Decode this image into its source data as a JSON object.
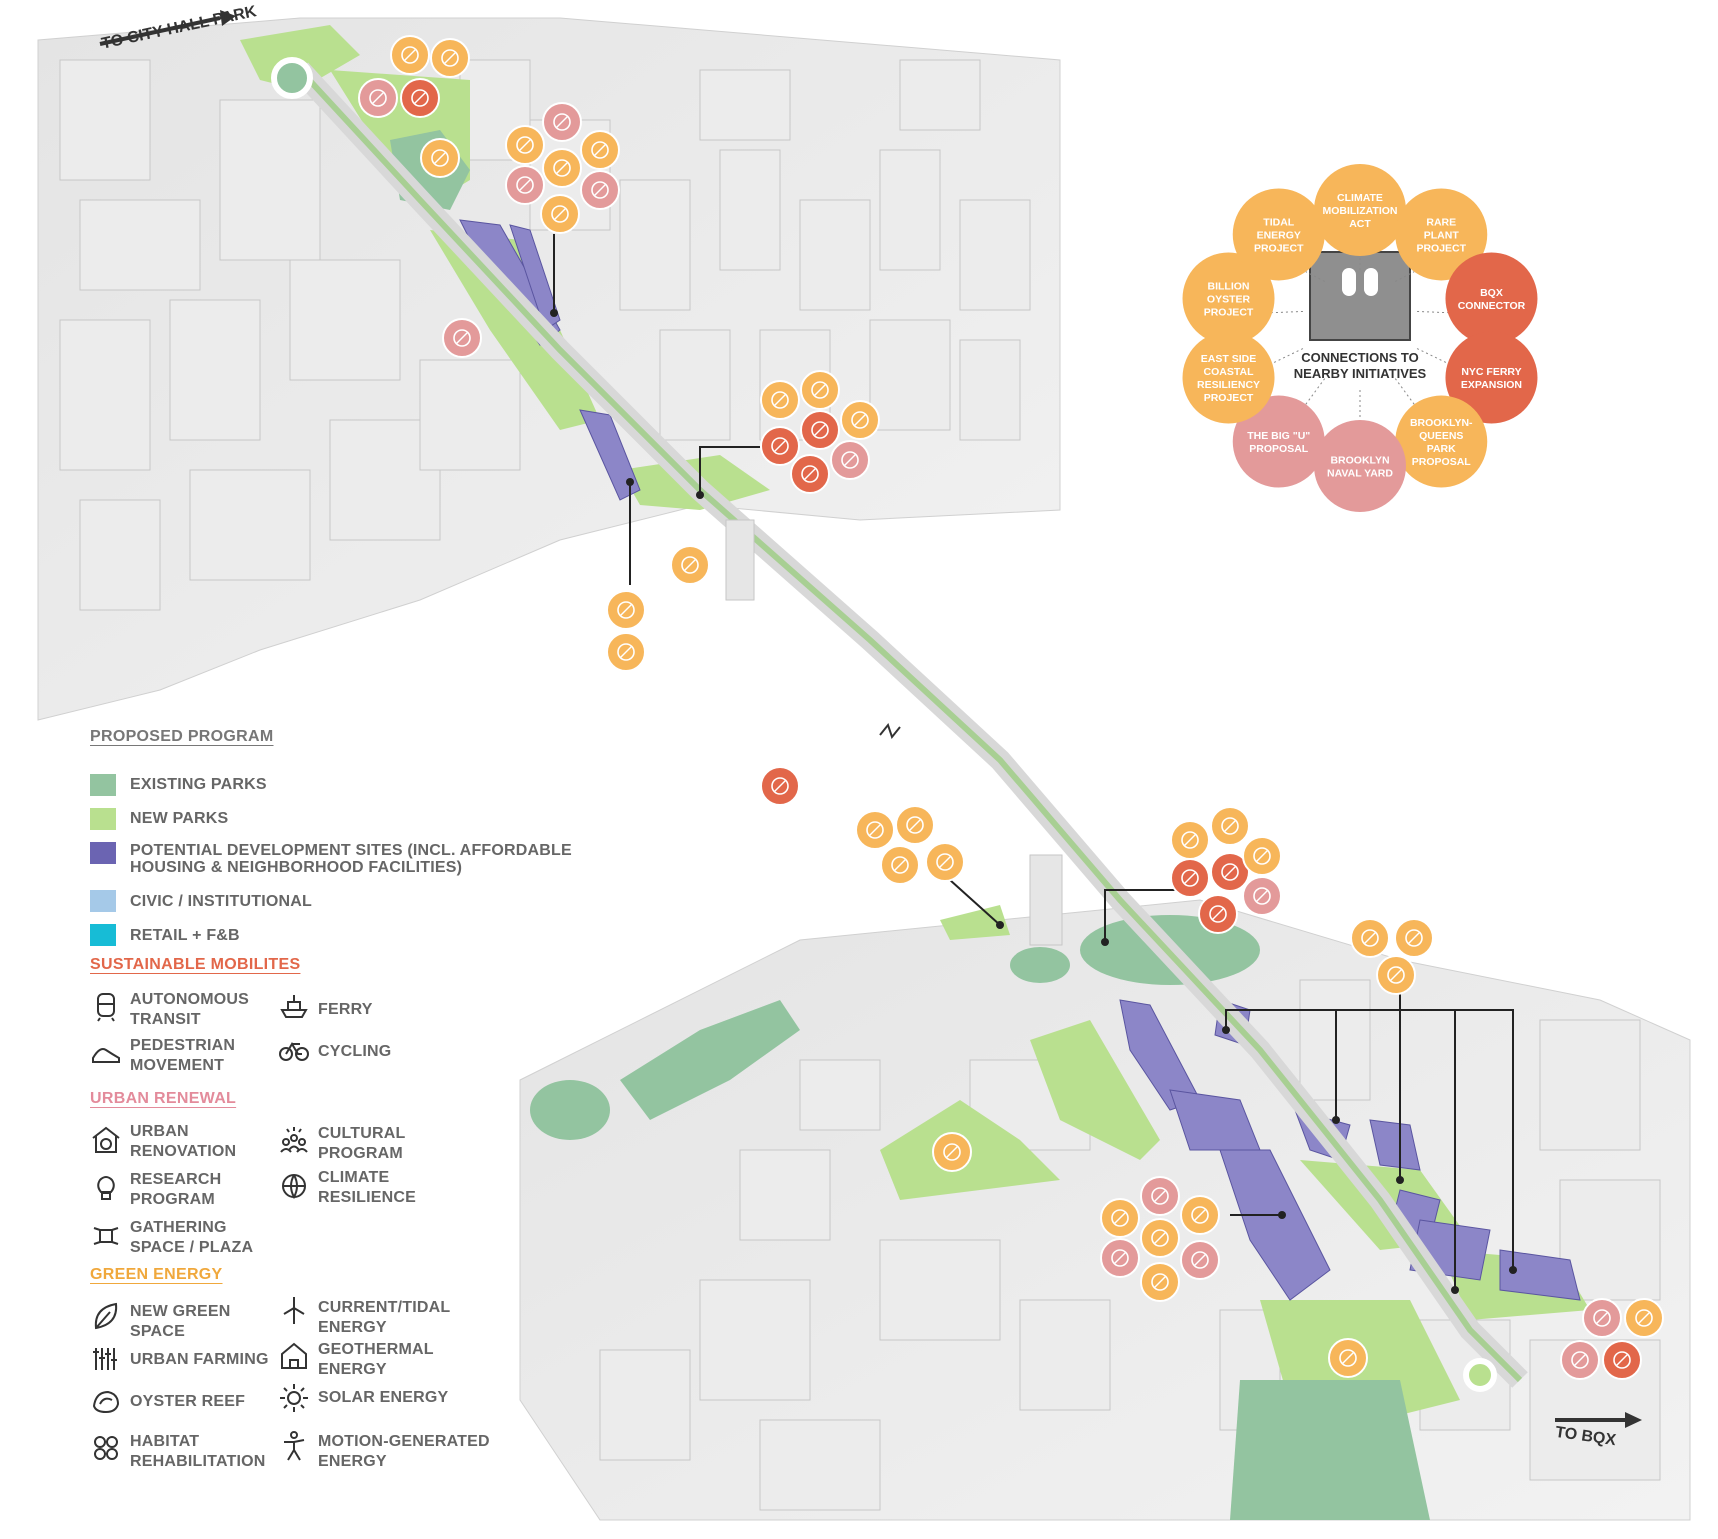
{
  "map_labels": {
    "to_city_hall": "TO CITY HALL PARK",
    "to_bqx": "TO BQX"
  },
  "initiatives": {
    "center_label_line1": "CONNECTIONS TO",
    "center_label_line2": "NEARBY INITIATIVES",
    "items": [
      {
        "lines": [
          "CLIMATE",
          "MOBILIZATION",
          "ACT"
        ],
        "color": "#f7b65a"
      },
      {
        "lines": [
          "RARE",
          "PLANT",
          "PROJECT"
        ],
        "color": "#f7b65a"
      },
      {
        "lines": [
          "BQX",
          "CONNECTOR"
        ],
        "color": "#e2674a"
      },
      {
        "lines": [
          "NYC FERRY",
          "EXPANSION"
        ],
        "color": "#e2674a"
      },
      {
        "lines": [
          "BROOKLYN-",
          "QUEENS",
          "PARK",
          "PROPOSAL"
        ],
        "color": "#f7b65a"
      },
      {
        "lines": [
          "BROOKLYN",
          "NAVAL YARD"
        ],
        "color": "#e39a9a"
      },
      {
        "lines": [
          "THE BIG \"U\"",
          "PROPOSAL"
        ],
        "color": "#e39a9a"
      },
      {
        "lines": [
          "EAST SIDE",
          "COASTAL",
          "RESILIENCY",
          "PROJECT"
        ],
        "color": "#f7b65a"
      },
      {
        "lines": [
          "BILLION",
          "OYSTER",
          "PROJECT"
        ],
        "color": "#f7b65a"
      },
      {
        "lines": [
          "TIDAL",
          "ENERGY",
          "PROJECT"
        ],
        "color": "#f7b65a"
      }
    ]
  },
  "legend": {
    "proposed_program": {
      "title": "PROPOSED PROGRAM",
      "title_color": "#777777",
      "items": [
        {
          "label": "EXISTING PARKS",
          "color": "#93c4a0"
        },
        {
          "label": "NEW PARKS",
          "color": "#b9e08f"
        },
        {
          "label": "POTENTIAL DEVELOPMENT SITES (INCL. AFFORDABLE",
          "label2": "HOUSING & NEIGHBORHOOD FACILITIES)",
          "color": "#6b64b2"
        },
        {
          "label": "CIVIC / INSTITUTIONAL",
          "color": "#a5c9e8"
        },
        {
          "label": "RETAIL + F&B",
          "color": "#17bcd6"
        }
      ]
    },
    "sustainable_mobilities": {
      "title": "SUSTAINABLE MOBILITES",
      "title_color": "#e2674a",
      "items": [
        {
          "label": "AUTONOMOUS",
          "label2": "TRANSIT",
          "icon": "autonomous-transit-icon"
        },
        {
          "label": "FERRY",
          "icon": "ferry-icon"
        },
        {
          "label": "PEDESTRIAN",
          "label2": "MOVEMENT",
          "icon": "pedestrian-shoe-icon"
        },
        {
          "label": "CYCLING",
          "icon": "bicycle-icon"
        }
      ]
    },
    "urban_renewal": {
      "title": "URBAN RENEWAL",
      "title_color": "#e38b9b",
      "items": [
        {
          "label": "URBAN",
          "label2": "RENOVATION",
          "icon": "urban-renovation-icon"
        },
        {
          "label": "CULTURAL",
          "label2": "PROGRAM",
          "icon": "cultural-program-icon"
        },
        {
          "label": "RESEARCH",
          "label2": "PROGRAM",
          "icon": "research-lightbulb-icon"
        },
        {
          "label": "CLIMATE",
          "label2": "RESILIENCE",
          "icon": "climate-globe-icon"
        },
        {
          "label": "GATHERING",
          "label2": "SPACE / PLAZA",
          "icon": "gathering-plaza-icon"
        }
      ]
    },
    "green_energy": {
      "title": "GREEN ENERGY",
      "title_color": "#f0a83c",
      "items": [
        {
          "label": "NEW GREEN",
          "label2": "SPACE",
          "icon": "leaf-icon"
        },
        {
          "label": "CURRENT/TIDAL",
          "label2": "ENERGY",
          "icon": "turbine-icon"
        },
        {
          "label": "URBAN FARMING",
          "icon": "urban-farming-icon"
        },
        {
          "label": "GEOTHERMAL",
          "label2": "ENERGY",
          "icon": "geothermal-icon"
        },
        {
          "label": "OYSTER REEF",
          "icon": "oyster-icon"
        },
        {
          "label": "SOLAR ENERGY",
          "icon": "sun-icon"
        },
        {
          "label": "HABITAT",
          "label2": "REHABILITATION",
          "icon": "habitat-icon"
        },
        {
          "label": "MOTION-GENERATED",
          "label2": "ENERGY",
          "icon": "motion-energy-icon"
        }
      ]
    }
  },
  "colors": {
    "existing_park": "#93c4a0",
    "new_park": "#b9e08f",
    "development": "#6b64b2",
    "building": "#ededed",
    "mobility_icon": "#e2674a",
    "renewal_icon": "#e39a9a",
    "energy_icon": "#f7b65a"
  }
}
